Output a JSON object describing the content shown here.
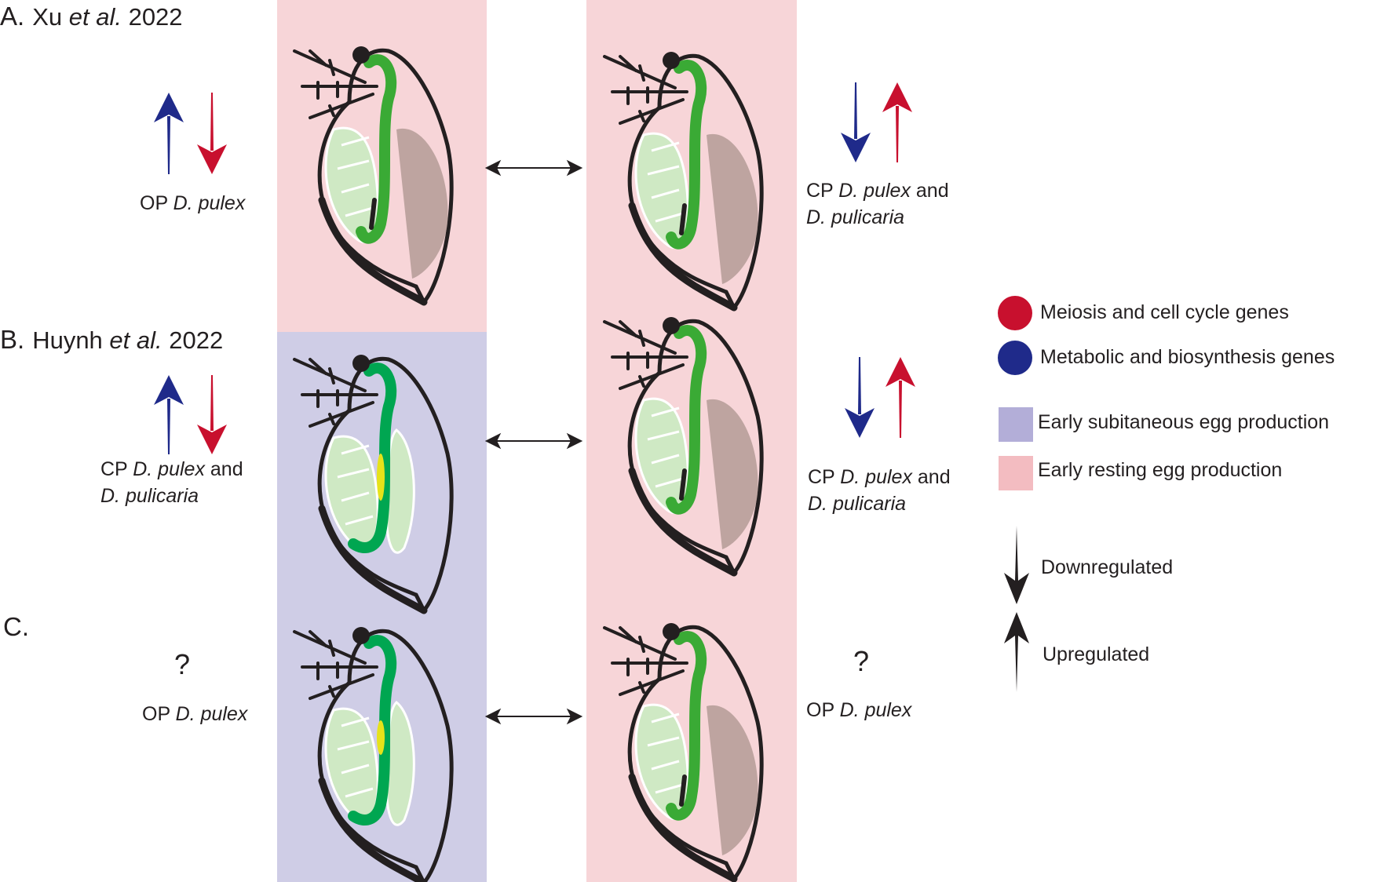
{
  "colors": {
    "pink_bg": "#f7d5d8",
    "purple_bg": "#cfcde6",
    "red": "#c8102e",
    "blue": "#1f2a8a",
    "black": "#231f20",
    "gut_green": "#3aaa35",
    "gut_dark_green": "#00a651",
    "lung_green": "#cfe9c4",
    "brown": "#a58f89",
    "yellow": "#e6e21a",
    "legend_purple": "#b3aed8",
    "legend_pink": "#f3bcc1"
  },
  "sections": [
    {
      "letter": "A.",
      "author": "Xu",
      "etal": "et al.",
      "year": "2022",
      "left": {
        "prefix": "OP",
        "species1": "D. pulex",
        "conj": "",
        "species2": ""
      },
      "left_arrows": {
        "blue": "up",
        "red": "down"
      },
      "right": {
        "prefix": "CP",
        "species1": "D. pulex",
        "conj": "and",
        "species2": "D. pulicaria"
      },
      "right_arrows": {
        "blue": "down",
        "red": "up"
      }
    },
    {
      "letter": "B.",
      "author": "Huynh",
      "etal": "et al.",
      "year": "2022",
      "left": {
        "prefix": "CP",
        "species1": "D. pulex",
        "conj": "and",
        "species2": "D. pulicaria"
      },
      "left_arrows": {
        "blue": "up",
        "red": "down"
      },
      "right": {
        "prefix": "CP",
        "species1": "D. pulex",
        "conj": "and",
        "species2": "D. pulicaria"
      },
      "right_arrows": {
        "blue": "down",
        "red": "up"
      }
    },
    {
      "letter": "C.",
      "author": "",
      "etal": "",
      "year": "",
      "left": {
        "prefix": "OP",
        "species1": "D. pulex",
        "question": "?"
      },
      "right": {
        "prefix": "OP",
        "species1": "D. pulex",
        "question": "?"
      }
    }
  ],
  "legend": {
    "red_label": "Meiosis and cell cycle genes",
    "blue_label": "Metabolic and biosynthesis genes",
    "purple_label": "Early subitaneous egg production",
    "pink_label": "Early resting egg production",
    "down_label": "Downregulated",
    "up_label": "Upregulated"
  }
}
